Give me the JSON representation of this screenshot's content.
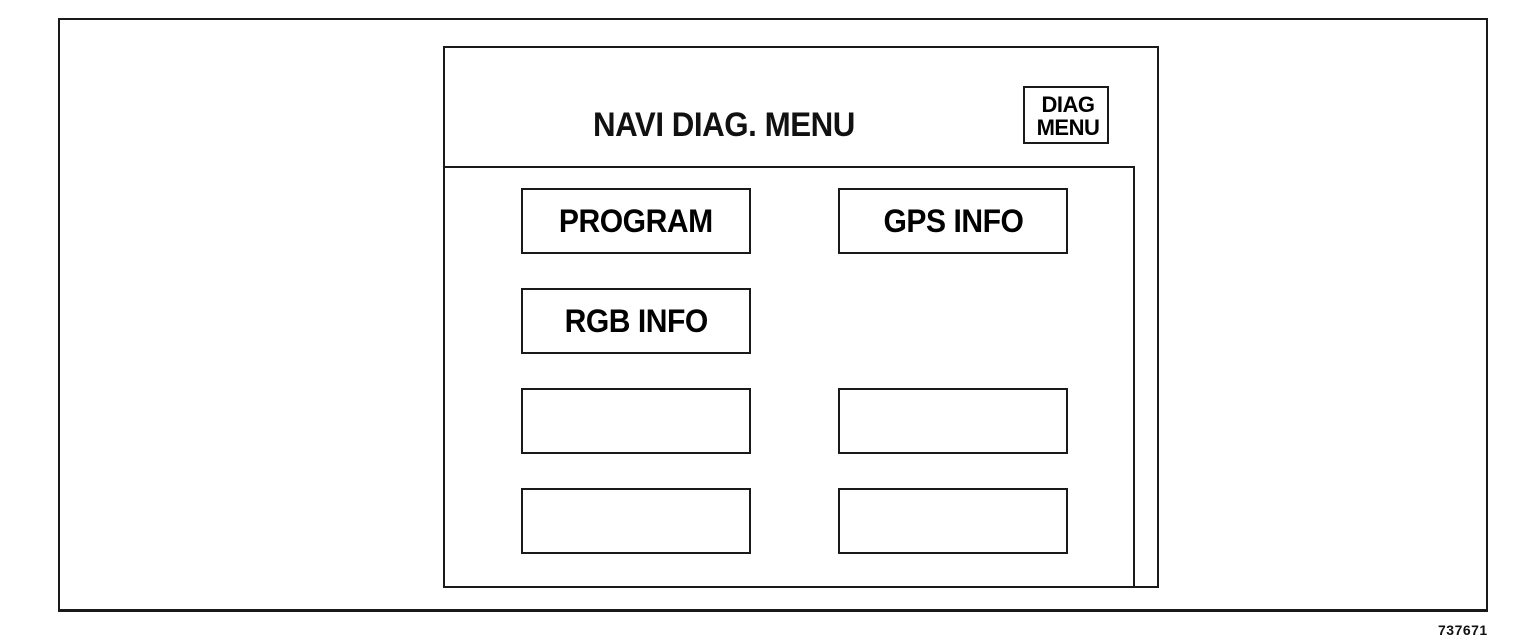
{
  "screen": {
    "title": "NAVI DIAG. MENU",
    "diag_menu_button": {
      "line1": "DIAG",
      "line2": "MENU"
    },
    "buttons": [
      {
        "id": "program",
        "label": "PROGRAM"
      },
      {
        "id": "gps-info",
        "label": "GPS INFO"
      },
      {
        "id": "rgb-info",
        "label": "RGB INFO"
      },
      {
        "id": "blank-1",
        "label": ""
      },
      {
        "id": "blank-2",
        "label": ""
      },
      {
        "id": "blank-3",
        "label": ""
      },
      {
        "id": "blank-4",
        "label": ""
      }
    ]
  },
  "figure_number": "737671",
  "colors": {
    "line": "#1a1a1a",
    "background": "#ffffff"
  }
}
